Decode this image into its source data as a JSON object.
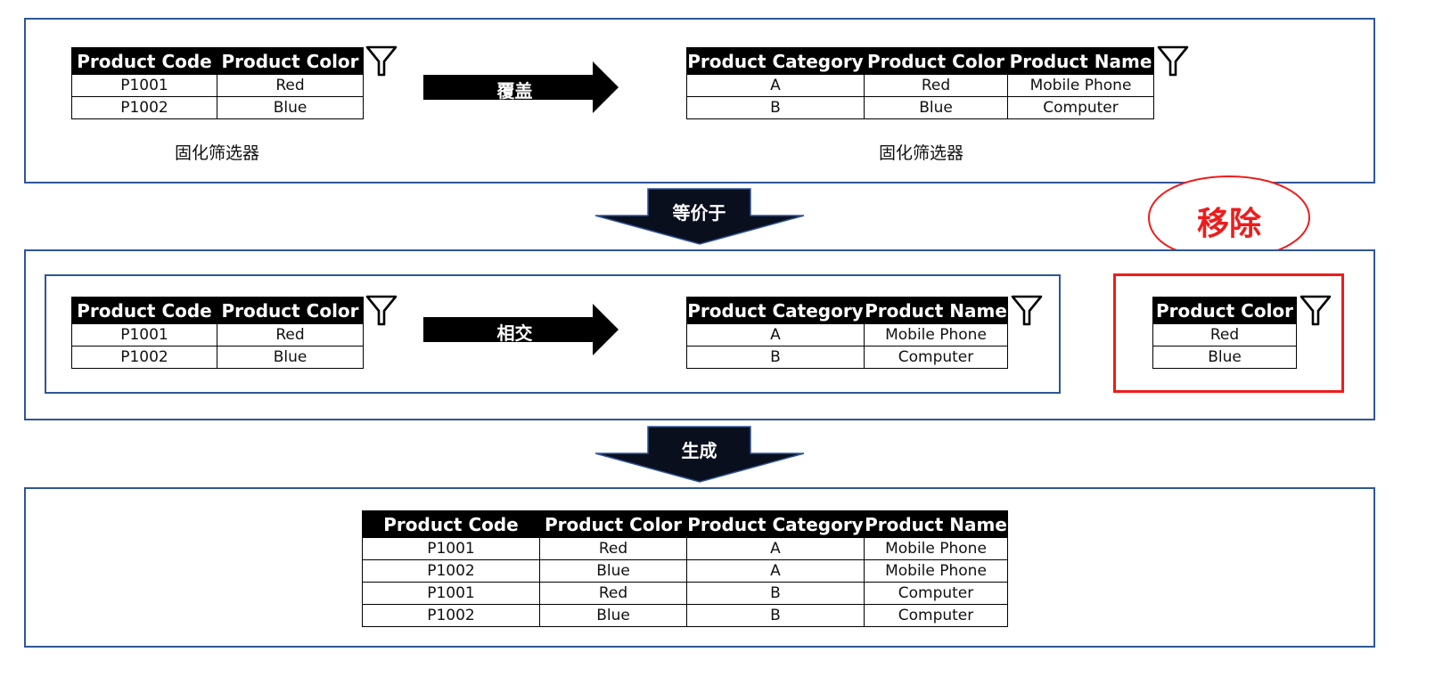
{
  "panel1": {
    "left_table": {
      "headers": [
        "Product Code",
        "Product Color"
      ],
      "rows": [
        [
          "P1001",
          "Red"
        ],
        [
          "P1002",
          "Blue"
        ]
      ]
    },
    "left_label": "固化筛选器",
    "arrow_label": "覆盖",
    "right_table": {
      "headers": [
        "Product Category",
        "Product Color",
        "Product Name"
      ],
      "rows": [
        [
          "A",
          "Red",
          "Mobile Phone"
        ],
        [
          "B",
          "Blue",
          "Computer"
        ]
      ]
    },
    "right_label": "固化筛选器"
  },
  "arrow1_label": "等价于",
  "panel2": {
    "left_table": {
      "headers": [
        "Product Code",
        "Product Color"
      ],
      "rows": [
        [
          "P1001",
          "Red"
        ],
        [
          "P1002",
          "Blue"
        ]
      ]
    },
    "arrow_label": "相交",
    "right_table": {
      "headers": [
        "Product Category",
        "Product Name"
      ],
      "rows": [
        [
          "A",
          "Mobile Phone"
        ],
        [
          "B",
          "Computer"
        ]
      ]
    },
    "removed_table": {
      "headers": [
        "Product Color"
      ],
      "rows": [
        [
          "Red"
        ],
        [
          "Blue"
        ]
      ]
    },
    "callout_label": "移除",
    "callout_color": "#ee1c1c"
  },
  "arrow2_label": "生成",
  "panel3": {
    "result_table": {
      "headers": [
        "Product Code",
        "Product Color",
        "Product Category",
        "Product Name"
      ],
      "rows": [
        [
          "P1001",
          "Red",
          "A",
          "Mobile Phone"
        ],
        [
          "P1002",
          "Blue",
          "A",
          "Mobile Phone"
        ],
        [
          "P1001",
          "Red",
          "B",
          "Computer"
        ],
        [
          "P1002",
          "Blue",
          "B",
          "Computer"
        ]
      ]
    }
  },
  "colors": {
    "border": "#2f5597",
    "header_bg": "#000000",
    "arrow_fill": "#000000",
    "down_arrow_fill": "#0a0f1e"
  }
}
